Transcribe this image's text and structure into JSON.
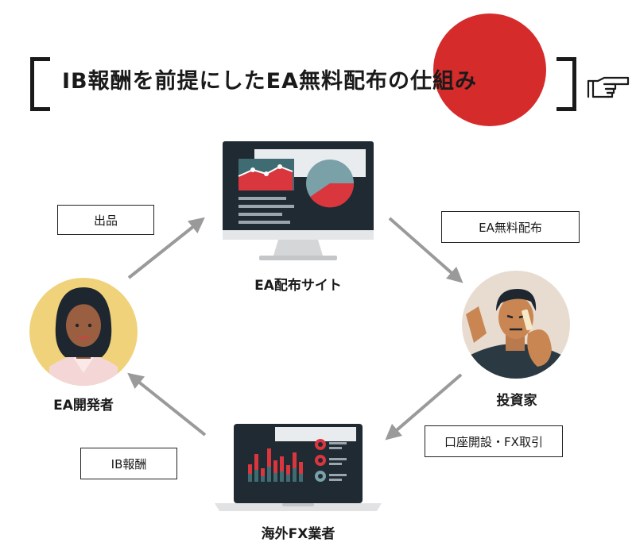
{
  "title": "IB報酬を前提にしたEA無料配布の仕組み",
  "nodes": {
    "site": "EA配布サイト",
    "investor": "投資家",
    "broker": "海外FX業者",
    "developer": "EA開発者"
  },
  "edges": {
    "developer_to_site": "出品",
    "site_to_investor": "EA無料配布",
    "investor_to_broker": "口座開設・FX取引",
    "broker_to_developer": "IB報酬"
  },
  "colors": {
    "accent_red": "#d62b2b",
    "arrow_gray": "#9a9a9a",
    "developer_bg": "#f0d27a",
    "investor_bg": "#e8dcd0",
    "screen_dark": "#1f2a33"
  },
  "icons": {
    "pointing_hand": "pointing-hand-icon"
  }
}
